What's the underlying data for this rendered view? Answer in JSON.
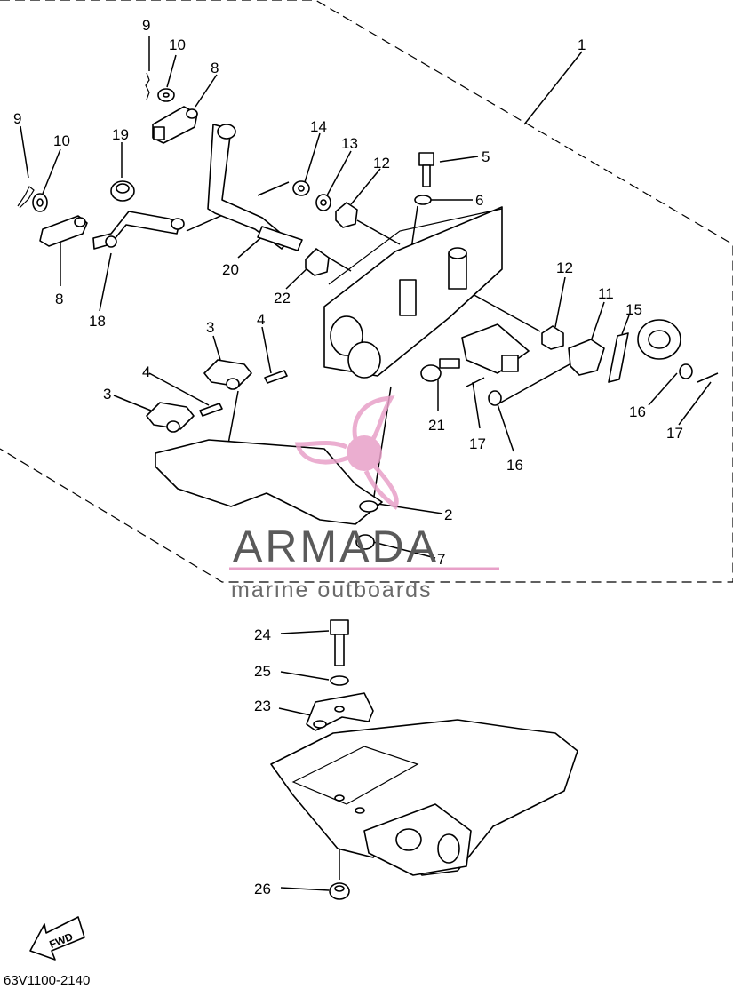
{
  "callouts": [
    {
      "id": "c1",
      "text": "1"
    },
    {
      "id": "c2",
      "text": "2"
    },
    {
      "id": "c3a",
      "text": "3"
    },
    {
      "id": "c3b",
      "text": "3"
    },
    {
      "id": "c4a",
      "text": "4"
    },
    {
      "id": "c4b",
      "text": "4"
    },
    {
      "id": "c5",
      "text": "5"
    },
    {
      "id": "c6",
      "text": "6"
    },
    {
      "id": "c7",
      "text": "7"
    },
    {
      "id": "c8a",
      "text": "8"
    },
    {
      "id": "c8b",
      "text": "8"
    },
    {
      "id": "c9a",
      "text": "9"
    },
    {
      "id": "c9b",
      "text": "9"
    },
    {
      "id": "c10a",
      "text": "10"
    },
    {
      "id": "c10b",
      "text": "10"
    },
    {
      "id": "c11",
      "text": "11"
    },
    {
      "id": "c12a",
      "text": "12"
    },
    {
      "id": "c12b",
      "text": "12"
    },
    {
      "id": "c13",
      "text": "13"
    },
    {
      "id": "c14",
      "text": "14"
    },
    {
      "id": "c15",
      "text": "15"
    },
    {
      "id": "c16a",
      "text": "16"
    },
    {
      "id": "c16b",
      "text": "16"
    },
    {
      "id": "c17a",
      "text": "17"
    },
    {
      "id": "c17b",
      "text": "17"
    },
    {
      "id": "c18",
      "text": "18"
    },
    {
      "id": "c19",
      "text": "19"
    },
    {
      "id": "c20",
      "text": "20"
    },
    {
      "id": "c21",
      "text": "21"
    },
    {
      "id": "c22",
      "text": "22"
    },
    {
      "id": "c23",
      "text": "23"
    },
    {
      "id": "c24",
      "text": "24"
    },
    {
      "id": "c25",
      "text": "25"
    },
    {
      "id": "c26",
      "text": "26"
    }
  ],
  "watermark": {
    "brand": "ARMADA",
    "tagline": "marine outboards",
    "color": "#e8a0c8"
  },
  "direction_marker": "FWD",
  "diagram_code": "63V1100-2140"
}
